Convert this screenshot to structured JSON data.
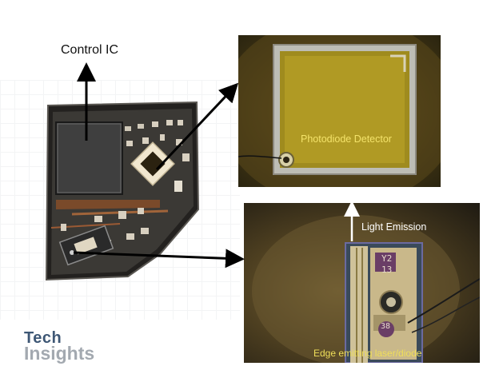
{
  "labels": {
    "control_ic": "Control IC",
    "photodiode": "Photodiode Detector",
    "light_emission": "Light Emission",
    "edge_laser": "Edge emitting laser/diode"
  },
  "chip_marks": {
    "top": "Y2",
    "middle": "13",
    "bottom": "38"
  },
  "logo": {
    "line1": "Tech",
    "line2": "Insights"
  },
  "colors": {
    "arrow": "#000000",
    "photodiode_label": "#f4e36a",
    "laser_label": "#f0df5a",
    "logo_dark": "#3e5775",
    "logo_light": "#a3a9b0"
  }
}
